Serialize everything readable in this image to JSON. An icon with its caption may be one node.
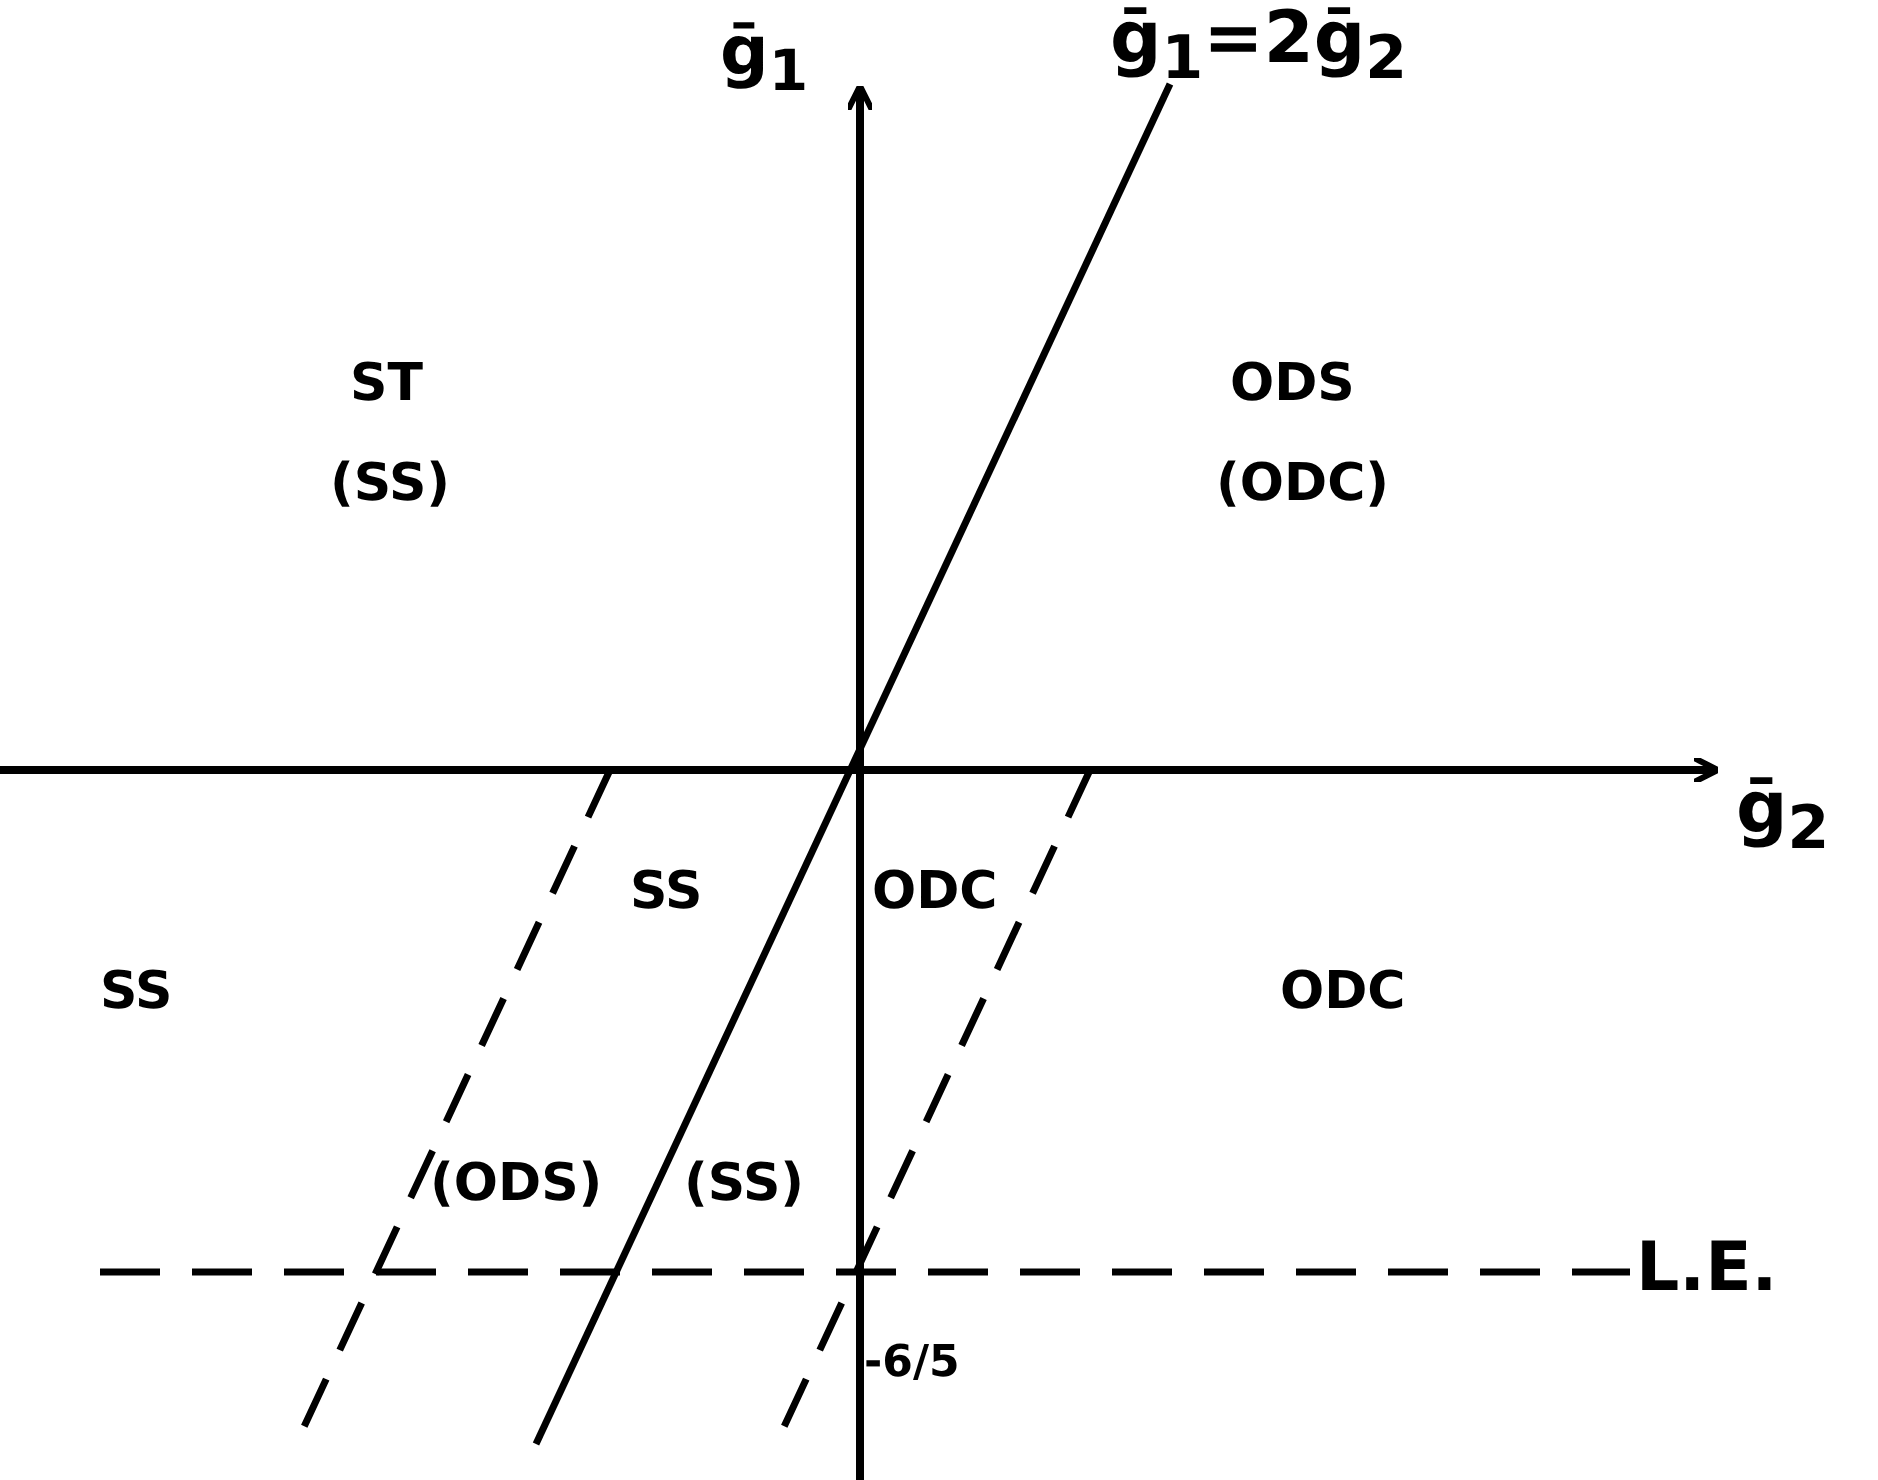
{
  "diagram": {
    "labels": [
      "ḡ$_{1}$",
      "ḡ$_{1}$=2ḡ$_{2}$",
      "ST",
      "(SS)",
      "ODS",
      "(ODC)",
      "ḡ$_{2}$",
      "SS",
      "ODC",
      "SS",
      "ODC",
      "(ODS)",
      "(SS)",
      "L.E.",
      "-6/5"
    ]
  }
}
